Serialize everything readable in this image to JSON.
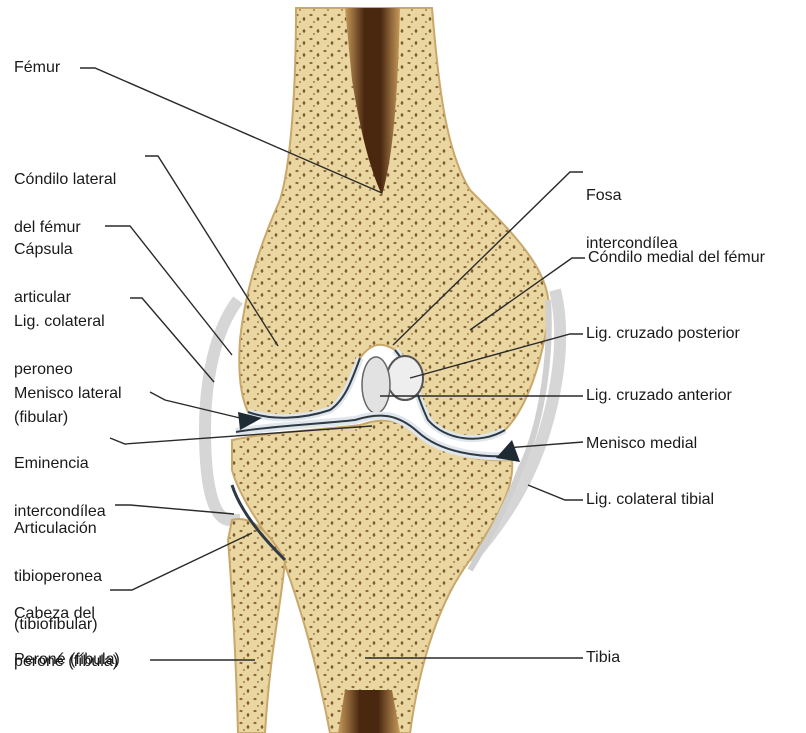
{
  "labels_left": {
    "femur": "Fémur",
    "condilo_lateral": [
      "Cóndilo lateral",
      "del fémur"
    ],
    "capsula": [
      "Cápsula",
      "articular"
    ],
    "lig_colateral_peroneo": [
      "Lig. colateral",
      "peroneo",
      "(fibular)"
    ],
    "menisco_lateral": "Menisco lateral",
    "eminencia": [
      "Eminencia",
      "intercondílea"
    ],
    "articulacion": [
      "Articulación",
      "tibioperonea",
      "(tibiofibular)"
    ],
    "cabeza_perone": [
      "Cabeza del",
      "peroné (fíbula)"
    ],
    "perone": "Peroné (fíbula)"
  },
  "labels_right": {
    "fosa": [
      "Fosa",
      "intercondílea"
    ],
    "condilo_medial": "Cóndilo medial del fémur",
    "lig_cruzado_posterior": "Lig. cruzado posterior",
    "lig_cruzado_anterior": "Lig. cruzado anterior",
    "menisco_medial": "Menisco medial",
    "lig_colateral_tibial": "Lig. colateral tibial",
    "tibia": "Tibia"
  },
  "colors": {
    "bone": "#e8d39a",
    "bone_dark": "#c9a86a",
    "marrow_cavity": "#5a3216",
    "cartilage": "#dfe6ec",
    "meniscus_edge": "#3b4a57",
    "capsule": "#e6e6e6",
    "leader_line": "#2a2a2a"
  }
}
